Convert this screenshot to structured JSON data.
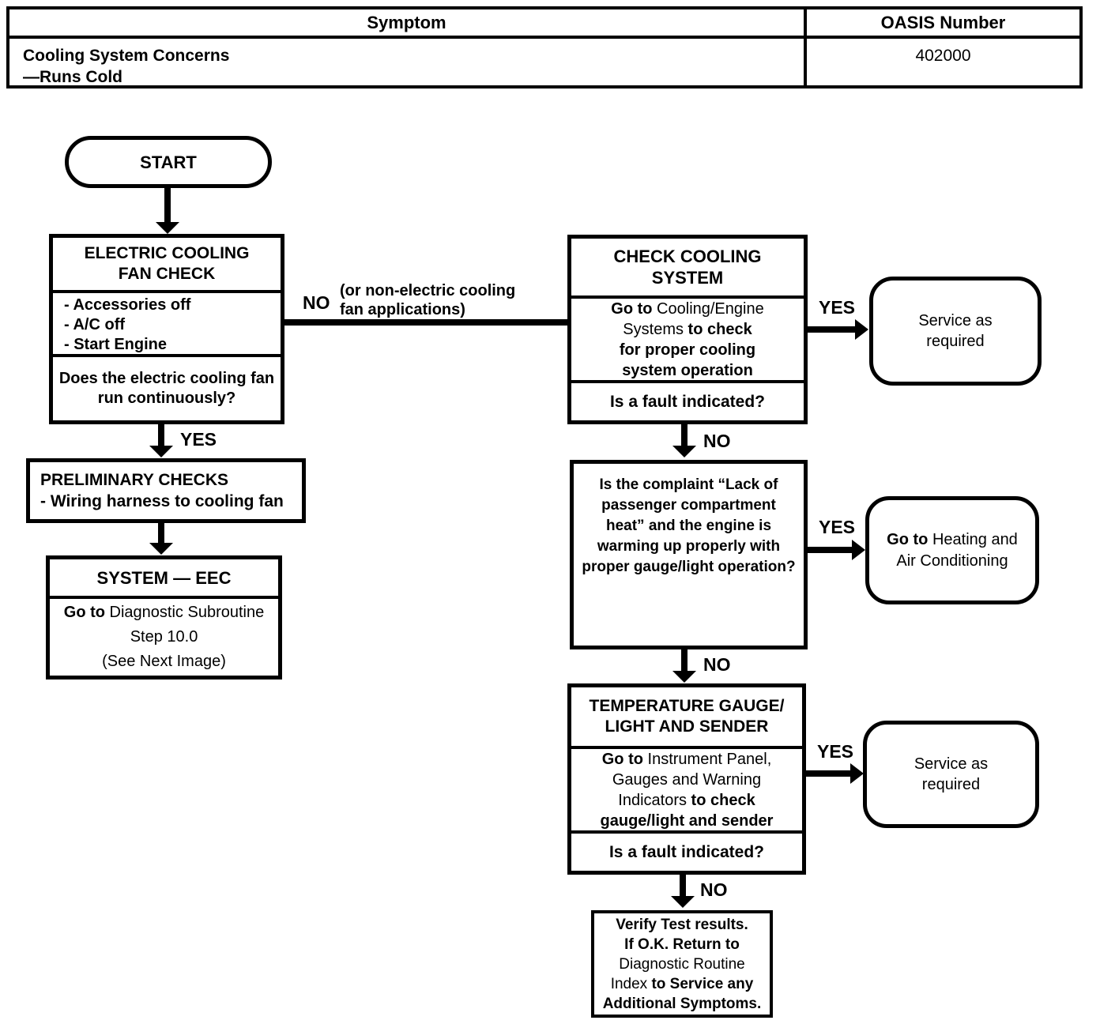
{
  "colors": {
    "ink": "#000000",
    "paper": "#ffffff"
  },
  "header_table": {
    "columns": {
      "symptom": "Symptom",
      "oasis": "OASIS Number"
    },
    "row": {
      "symptom_line1": "Cooling System Concerns",
      "symptom_line2": "—Runs Cold",
      "oasis_number": "402000"
    }
  },
  "flow": {
    "labels": {
      "yes": "YES",
      "no": "NO"
    },
    "start": "START",
    "no_branch_note_line1": "(or non-electric cooling",
    "no_branch_note_line2": "fan applications)",
    "electric_fan_check": {
      "title_line1": "ELECTRIC COOLING",
      "title_line2": "FAN CHECK",
      "checklist": [
        "- Accessories off",
        "- A/C off",
        "- Start Engine"
      ],
      "question_line1": "Does the electric cooling fan",
      "question_line2": "run continuously?"
    },
    "preliminary_checks": {
      "line1": "PRELIMINARY CHECKS",
      "line2": "- Wiring harness to cooling fan"
    },
    "system_eec": {
      "title": "SYSTEM — EEC",
      "body_l1_bold": "Go to",
      "body_l1_reg": " Diagnostic Subroutine",
      "body_l2": "Step 10.0",
      "body_l3": "(See Next Image)"
    },
    "check_cooling_system": {
      "title_line1": "CHECK COOLING",
      "title_line2": "SYSTEM",
      "body_l1_bold": "Go to",
      "body_l1_reg": " Cooling/Engine",
      "body_l2_reg": "Systems ",
      "body_l2_bold": "to check",
      "body_l3": "for proper cooling",
      "body_l4": "system operation",
      "question": "Is a fault indicated?"
    },
    "service_required_top": {
      "line1": "Service as",
      "line2": "required"
    },
    "complaint_question": {
      "line1": "Is the complaint “Lack of",
      "line2": "passenger compartment",
      "line3": "heat” and the engine is",
      "line4": "warming up properly with",
      "line5": "proper gauge/light operation?"
    },
    "heating_ac": {
      "l1_bold": "Go to",
      "l1_reg": " Heating and",
      "l2": "Air Conditioning"
    },
    "temp_gauge": {
      "title_line1": "TEMPERATURE GAUGE/",
      "title_line2": "LIGHT AND SENDER",
      "body_l1_bold": "Go to",
      "body_l1_reg": " Instrument Panel,",
      "body_l2": "Gauges and Warning",
      "body_l3_reg": "Indicators ",
      "body_l3_bold": "to check",
      "body_l4": "gauge/light and sender",
      "question": "Is a fault indicated?"
    },
    "service_required_bottom": {
      "line1": "Service as",
      "line2": "required"
    },
    "verify": {
      "l1": "Verify Test results.",
      "l2": "If O.K. Return to",
      "l3": "Diagnostic Routine",
      "l4_reg": "Index ",
      "l4_bold": "to Service any",
      "l5": "Additional Symptoms."
    }
  }
}
